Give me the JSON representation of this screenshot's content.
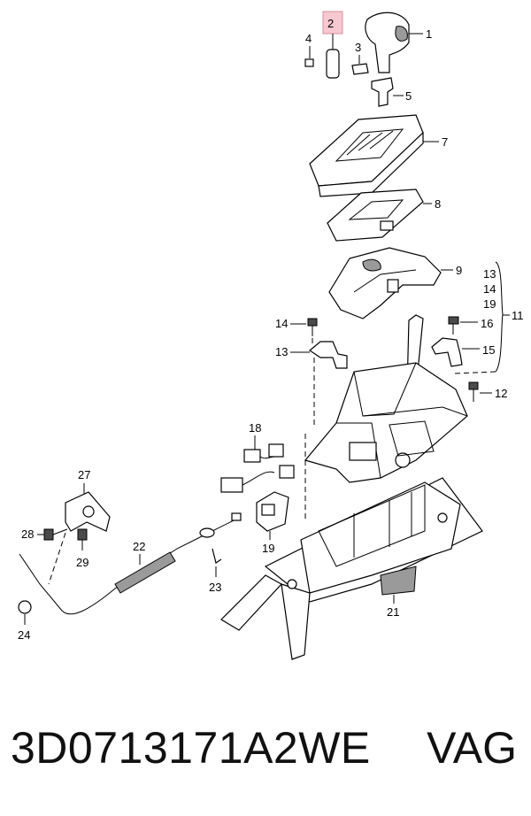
{
  "diagram": {
    "callouts": {
      "c1": "1",
      "c2": "2",
      "c3": "3",
      "c4": "4",
      "c5": "5",
      "c7": "7",
      "c8": "8",
      "c9": "9",
      "c11": "11",
      "c12": "12",
      "c13a": "13",
      "c14a": "14",
      "c19a": "19",
      "c14": "14",
      "c13": "13",
      "c16": "16",
      "c15": "15",
      "c18": "18",
      "c27": "27",
      "c28": "28",
      "c29": "29",
      "c22": "22",
      "c19": "19",
      "c23": "23",
      "c24": "24",
      "c21": "21"
    },
    "highlighted_callout": "2",
    "highlight_color": "#f6c8cf"
  },
  "footer": {
    "part_number": "3D0713171A2WE",
    "brand": "VAG"
  }
}
